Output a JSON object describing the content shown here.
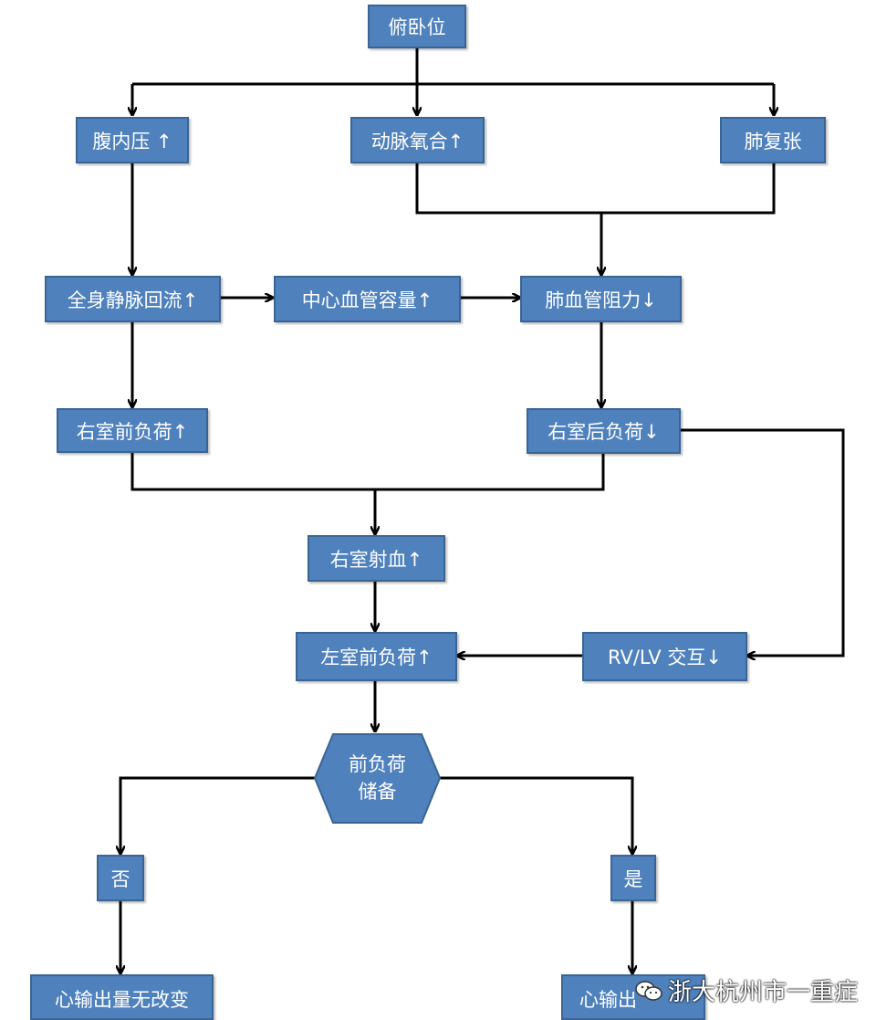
{
  "nodes": {
    "prone": "俯卧位",
    "abdominal_pressure": "腹内压 ↑",
    "arterial_oxygenation": "动脉氧合↑",
    "lung_recruitment": "肺复张",
    "venous_return": "全身静脉回流↑",
    "central_blood_volume": "中心血管容量↑",
    "pulmonary_vascular_resistance": "肺血管阻力↓",
    "rv_preload": "右室前负荷↑",
    "rv_afterload": "右室后负荷↓",
    "rv_ejection": "右室射血↑",
    "lv_preload": "左室前负荷↑",
    "rv_lv_interaction": "RV/LV 交互↓",
    "preload_reserve_line1": "前负荷",
    "preload_reserve_line2": "储备",
    "no": "否",
    "yes": "是",
    "output_unchanged": "心输出量无改变",
    "output_partial": "心输出"
  },
  "watermark": "浙大杭州市一重症",
  "colors": {
    "box_fill": "#4f81bd",
    "box_border": "#3a6494",
    "text": "#ffffff",
    "line": "#000000"
  }
}
